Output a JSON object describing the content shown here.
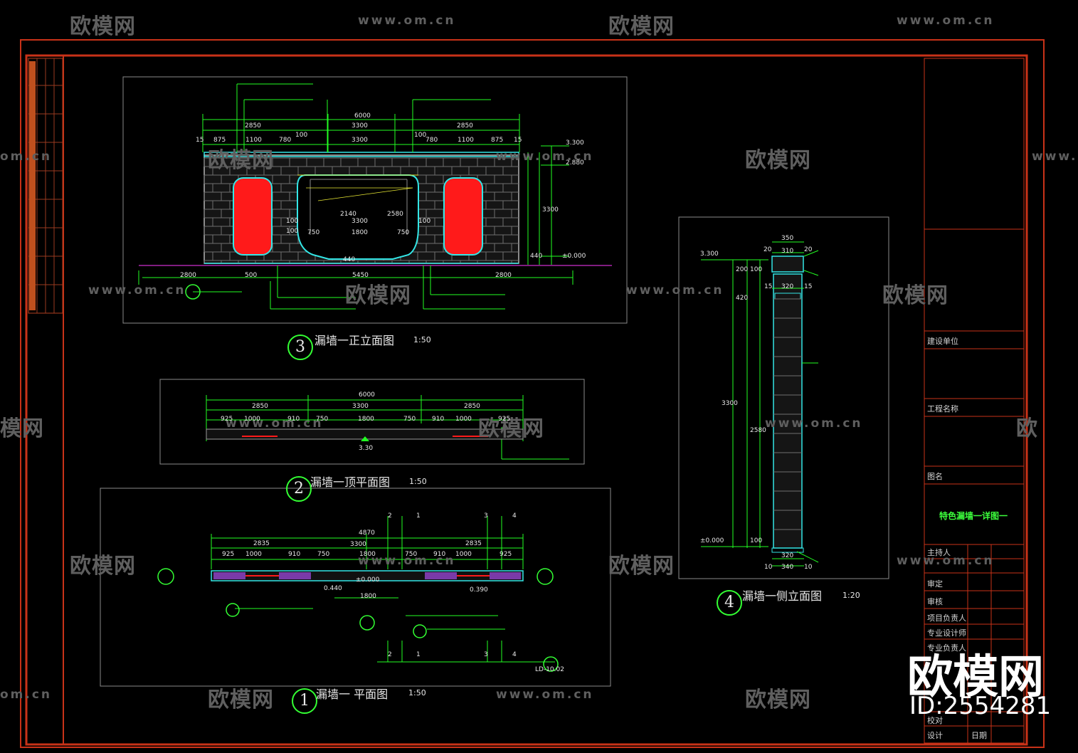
{
  "watermarks": {
    "logo": "欧模网",
    "url": "www.om.cn",
    "url_short": "om.cn",
    "logo_partial": "模网",
    "logo_edge": "欧",
    "url_edge": "www.o"
  },
  "badge": {
    "logo": "欧模网",
    "id": "ID:2554281"
  },
  "views": {
    "v3": {
      "num": "3",
      "title": "漏墙一正立面图",
      "scale": "1:50"
    },
    "v2": {
      "num": "2",
      "title": "漏墙一顶平面图",
      "scale": "1:50"
    },
    "v1": {
      "num": "1",
      "title": "漏墙一 平面图",
      "scale": "1:50"
    },
    "v4": {
      "num": "4",
      "title": "漏墙一侧立面图",
      "scale": "1:20"
    }
  },
  "elevation_dims": {
    "top_total": "6000",
    "top_left": "2850",
    "top_mid": "3300",
    "top_right": "2850",
    "seg": [
      "15",
      "875",
      "1100",
      "780",
      "100",
      "3300",
      "100",
      "780",
      "1100",
      "875",
      "15"
    ],
    "level_top": "3.300",
    "level_mid": "2.880",
    "level_zero": "±0.000",
    "bottom_left": "2800",
    "bottom_mid": "5450",
    "bottom_right": "2800",
    "bottom_small": "500",
    "inner": [
      "3300",
      "1800",
      "750",
      "750",
      "100",
      "100",
      "100",
      "2140",
      "2580",
      "440",
      "440",
      "3300"
    ]
  },
  "plan_dims": {
    "total": "4870",
    "left": "2835",
    "right": "2835",
    "seg": [
      "925",
      "1000",
      "910",
      "750",
      "3300",
      "1800",
      "750",
      "910",
      "1000",
      "925"
    ],
    "levels": [
      "0.440",
      "±0.000",
      "0.390"
    ],
    "sub": "1800",
    "axes": [
      "2",
      "1",
      "3",
      "4"
    ],
    "ref": "LD-10.02"
  },
  "top_plan_dims": {
    "total": "6000",
    "left": "2850",
    "mid": "3300",
    "right": "2850",
    "seg": [
      "925",
      "1000",
      "910",
      "750",
      "1800",
      "750",
      "910",
      "1000",
      "925"
    ],
    "level": "3.30"
  },
  "side_dims": {
    "top_w": "350",
    "mid_w": "310",
    "edge": "20",
    "body_w": "320",
    "edge2": "15",
    "base_w": "340",
    "edge3": "10",
    "h_total": "3300",
    "h_body": "2580",
    "level_top": "3.300",
    "level_zero": "±0.000",
    "v": [
      "200",
      "420",
      "100",
      "2580",
      "3300",
      "100"
    ]
  },
  "title_block": {
    "design_unit": "建设单位",
    "project": "工程名称",
    "drawing": "图名",
    "drawing_title": "特色漏墙一详图一",
    "rows": [
      "主持人",
      "审定",
      "审核",
      "项目负责人",
      "专业设计师",
      "专业负责人",
      "校对",
      "设计",
      "日期"
    ]
  },
  "colors": {
    "frame": "#c83218",
    "dim": "#22ff22",
    "wall": "#9a9a9a",
    "cyan": "#33e6e6",
    "red": "#ff1a1a",
    "leader": "#e8e833"
  }
}
